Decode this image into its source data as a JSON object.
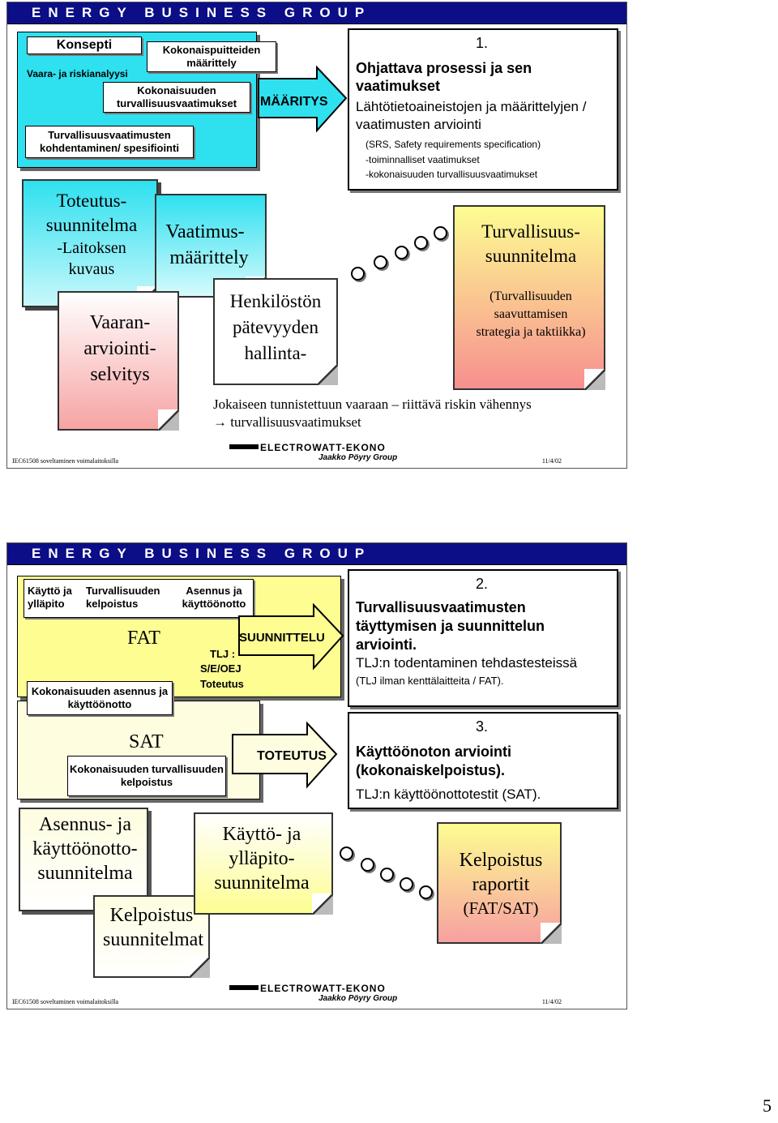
{
  "banner": "ENERGY BUSINESS GROUP",
  "page_number": "5",
  "slide1": {
    "konsepti": "Konsepti",
    "vaara": "Vaara- ja riskianalyysi",
    "kokonaispuitteiden": "Kokonaispuitteiden määrittely",
    "kokonaisuuden": "Kokonaisuuden turvallisuusvaatimukset",
    "kohdentaminen": "Turvallisuusvaatimusten kohdentaminen/ spesifiointi",
    "maaritys": "MÄÄRITYS",
    "info_num": "1.",
    "info_title": "Ohjattava prosessi ja sen vaatimukset",
    "info_sub": "Lähtötietoaineistojen ja määrittelyjen / vaatimusten arviointi",
    "info_small1": "(SRS, Safety requirements specification)",
    "info_small2": "-toiminnalliset vaatimukset",
    "info_small3": "-kokonaisuuden turvallisuusvaatimukset",
    "toteutus1": "Toteutus-",
    "toteutus2": "suunnitelma",
    "toteutus3": "-Laitoksen",
    "toteutus4": "kuvaus",
    "vaatimus1": "Vaatimus-",
    "vaatimus2": "määrittely",
    "vaaran1": "Vaaran-",
    "vaaran2": "arviointi-",
    "vaaran3": "selvitys",
    "henkilo1": "Henkilöstön",
    "henkilo2": "pätevyyden",
    "henkilo3": "hallinta-",
    "turva1": "Turvallisuus-",
    "turva2": "suunnitelma",
    "turva3": "(Turvallisuuden",
    "turva4": "saavuttamisen",
    "turva5": "strategia ja taktiikka)",
    "bottom1": "Jokaiseen tunnistettuun vaaraan – riittävä riskin vähennys",
    "bottom2": "→ turvallisuusvaatimukset",
    "footer_left": "IEC61508 soveltaminen voimalaitoksilla",
    "footer_right": "11/4/02",
    "logo1": "ELECTROWATT-EKONO",
    "logo2": "Jaakko Pöyry Group"
  },
  "slide2": {
    "kaytto": "Käyttö ja ylläpito",
    "kelpoistus": "Turvallisuuden kelpoistus",
    "asennus": "Asennus ja käyttöönotto",
    "fat": "FAT",
    "suunnittelu": "SUUNNITTELU",
    "tlj": "TLJ :",
    "seoej": "S/E/OEJ",
    "toteutus_small": "Toteutus",
    "kok_asennus": "Kokonaisuuden asennus ja käyttöönotto",
    "sat": "SAT",
    "toteutus_arrow": "TOTEUTUS",
    "kok_kelp": "Kokonaisuuden turvallisuuden kelpoistus",
    "info2_num": "2.",
    "info2_title": "Turvallisuusvaatimusten täyttymisen ja suunnittelun arviointi.",
    "info2_sub": "TLJ:n todentaminen tehdastesteissä",
    "info2_small": "(TLJ ilman kenttälaitteita / FAT).",
    "info3_num": "3.",
    "info3_title": "Käyttöönoton arviointi (kokonaiskelpoistus).",
    "info3_sub": "TLJ:n käyttöönottotestit (SAT).",
    "asennus_plan1": "Asennus- ja",
    "asennus_plan2": "käyttöönotto-",
    "asennus_plan3": "suunnitelma",
    "kaytto_plan1": "Käyttö- ja",
    "kaytto_plan2": "ylläpito-",
    "kaytto_plan3": "suunnitelma",
    "kelp_plan1": "Kelpoistus",
    "kelp_plan2": "suunnitelmat",
    "raportti1": "Kelpoistus",
    "raportti2": "raportit",
    "raportti3": "(FAT/SAT)",
    "footer_left": "IEC61508 soveltaminen voimalaitoksilla",
    "footer_right": "11/4/02",
    "logo1": "ELECTROWATT-EKONO",
    "logo2": "Jaakko Pöyry Group"
  },
  "colors": {
    "banner": "#0b0e86",
    "cyan": "#2fe0ef",
    "yellow": "#fdfd92",
    "light_yellow": "#fefde0",
    "pink": "#f78f8f"
  }
}
